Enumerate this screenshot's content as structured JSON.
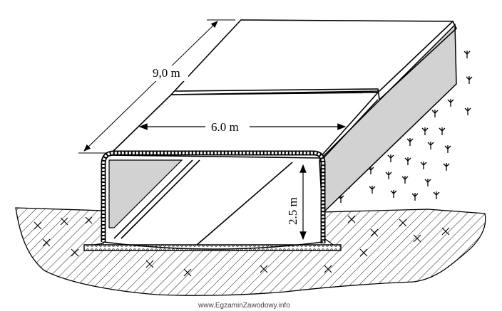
{
  "diagram": {
    "dimensions": {
      "length_label": "9,0 m",
      "width_label": "6.0 m",
      "height_label": "2.5 m"
    },
    "watermark": "www.EgzaminZawodowy.info",
    "colors": {
      "ink": "#000000",
      "shade": "#d2d2d2",
      "paper": "#ffffff"
    }
  }
}
